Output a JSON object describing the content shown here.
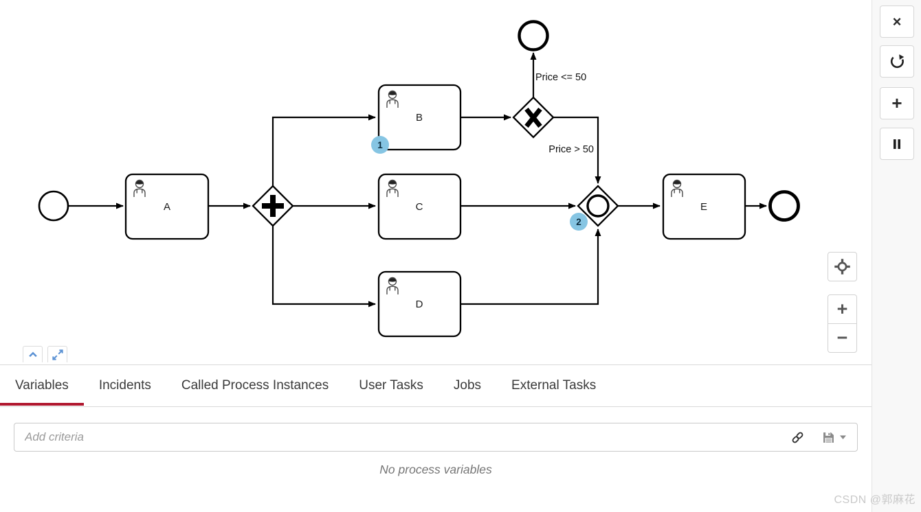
{
  "diagram": {
    "tasks": [
      {
        "label": "A"
      },
      {
        "label": "B"
      },
      {
        "label": "C"
      },
      {
        "label": "D"
      },
      {
        "label": "E"
      }
    ],
    "gateways": [
      {
        "type": "parallel"
      },
      {
        "type": "exclusive"
      },
      {
        "type": "inclusive"
      }
    ],
    "flow_labels": [
      {
        "text": "Price <= 50"
      },
      {
        "text": "Price > 50"
      }
    ],
    "badges": [
      {
        "value": "1"
      },
      {
        "value": "2"
      }
    ],
    "colors": {
      "badge_fill": "#86c5e3",
      "badge_border": "#1d5c7d",
      "badge_text": "#0a2a3c",
      "active_tab_underline": "#b0182f",
      "shape_stroke": "#000000"
    }
  },
  "diagram_controls": {
    "collapse": {
      "icon": "chevron-up"
    },
    "expand": {
      "icon": "expand-diagonal"
    },
    "reset_viewport": {
      "icon": "crosshair"
    },
    "zoom_in": {
      "glyph": "+"
    },
    "zoom_out": {
      "glyph": "−"
    }
  },
  "action_sidebar": {
    "close": {
      "glyph": "×",
      "icon": "close"
    },
    "refresh": {
      "icon": "refresh"
    },
    "add": {
      "glyph": "+",
      "icon": "plus"
    },
    "pause": {
      "icon": "pause"
    }
  },
  "tabs": {
    "items": [
      {
        "label": "Variables",
        "active": true
      },
      {
        "label": "Incidents",
        "active": false
      },
      {
        "label": "Called Process Instances",
        "active": false
      },
      {
        "label": "User Tasks",
        "active": false
      },
      {
        "label": "Jobs",
        "active": false
      },
      {
        "label": "External Tasks",
        "active": false
      }
    ]
  },
  "variables_panel": {
    "search_placeholder": "Add criteria",
    "icons": {
      "link": "link-icon",
      "save": "save-icon",
      "caret": "caret-down-icon"
    },
    "empty_message": "No process variables"
  },
  "watermark": {
    "text": "CSDN @郭麻花"
  }
}
